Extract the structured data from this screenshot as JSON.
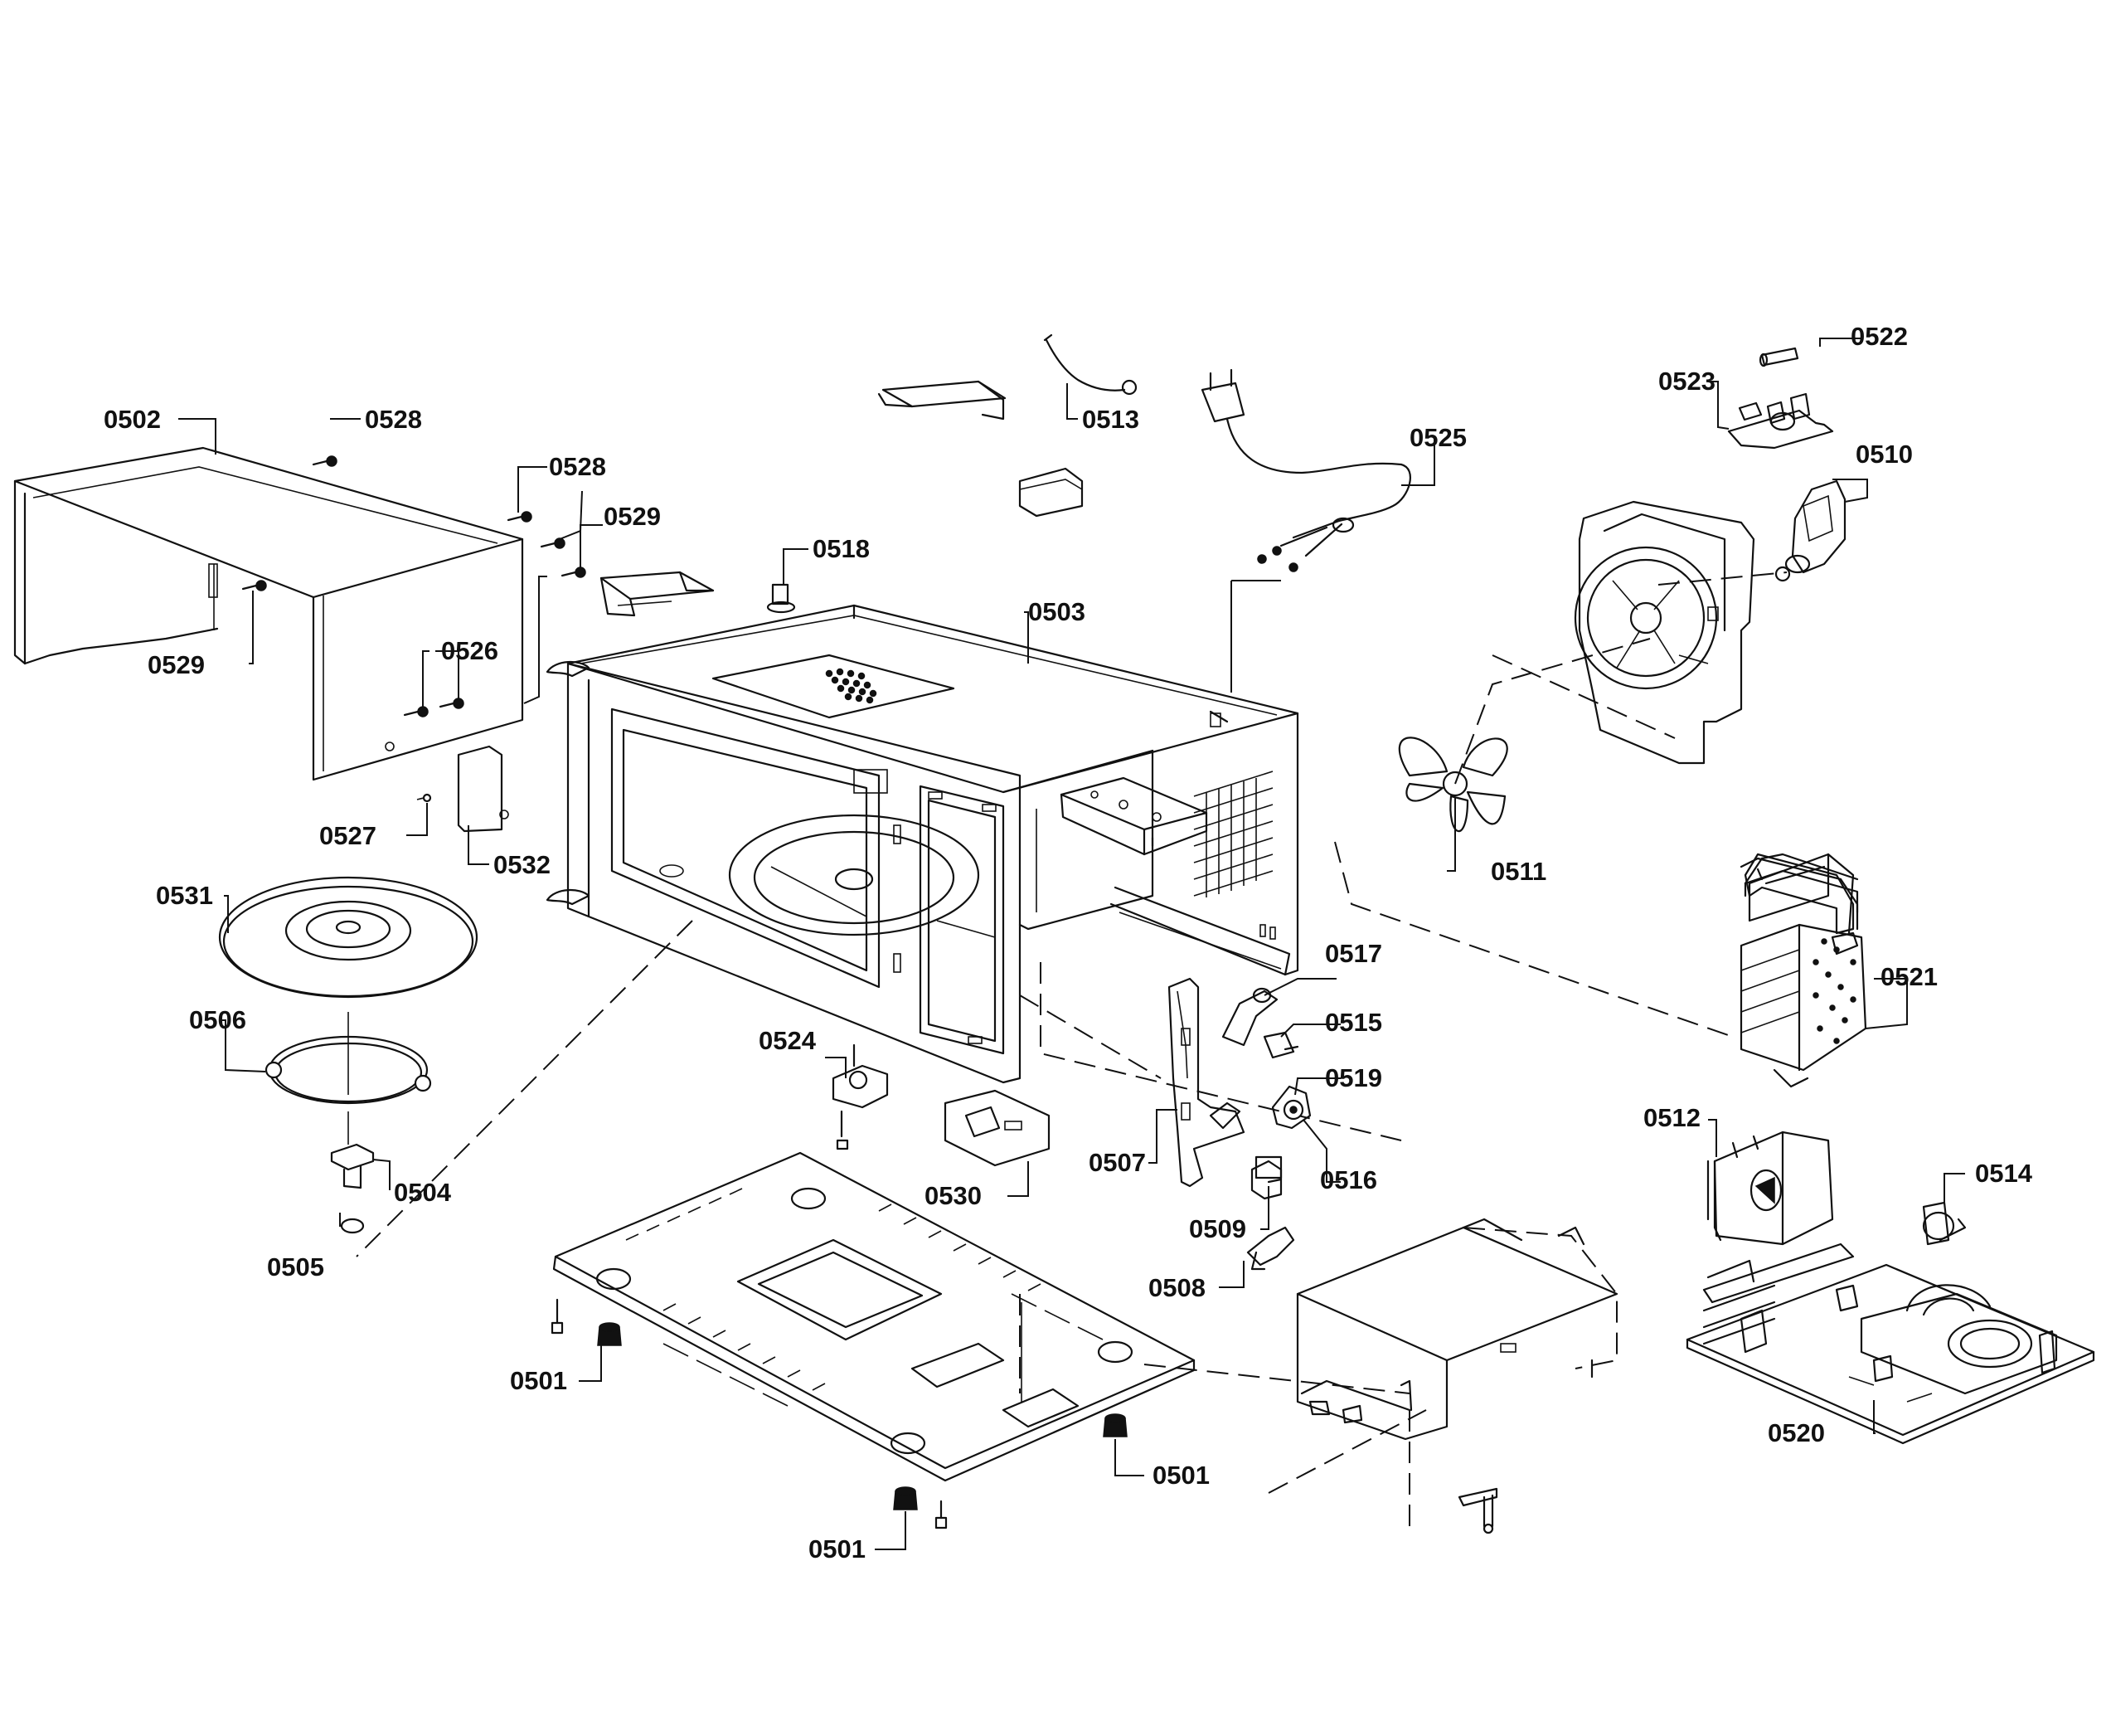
{
  "colors": {
    "ink": "#111111",
    "background": "#ffffff"
  },
  "callouts": [
    {
      "id": "c0502",
      "text": "0502"
    },
    {
      "id": "c0528a",
      "text": "0528"
    },
    {
      "id": "c0528b",
      "text": "0528"
    },
    {
      "id": "c0529a",
      "text": "0529"
    },
    {
      "id": "c0529b",
      "text": "0529"
    },
    {
      "id": "c0526",
      "text": "0526"
    },
    {
      "id": "c0527",
      "text": "0527"
    },
    {
      "id": "c0532",
      "text": "0532"
    },
    {
      "id": "c0531",
      "text": "0531"
    },
    {
      "id": "c0506",
      "text": "0506"
    },
    {
      "id": "c0504",
      "text": "0504"
    },
    {
      "id": "c0505",
      "text": "0505"
    },
    {
      "id": "c0518",
      "text": "0518"
    },
    {
      "id": "c0513",
      "text": "0513"
    },
    {
      "id": "c0503",
      "text": "0503"
    },
    {
      "id": "c0525",
      "text": "0525"
    },
    {
      "id": "c0523",
      "text": "0523"
    },
    {
      "id": "c0522",
      "text": "0522"
    },
    {
      "id": "c0510",
      "text": "0510"
    },
    {
      "id": "c0511",
      "text": "0511"
    },
    {
      "id": "c0517",
      "text": "0517"
    },
    {
      "id": "c0515",
      "text": "0515"
    },
    {
      "id": "c0519",
      "text": "0519"
    },
    {
      "id": "c0516",
      "text": "0516"
    },
    {
      "id": "c0507",
      "text": "0507"
    },
    {
      "id": "c0509",
      "text": "0509"
    },
    {
      "id": "c0508",
      "text": "0508"
    },
    {
      "id": "c0524",
      "text": "0524"
    },
    {
      "id": "c0530",
      "text": "0530"
    },
    {
      "id": "c0521",
      "text": "0521"
    },
    {
      "id": "c0512",
      "text": "0512"
    },
    {
      "id": "c0514",
      "text": "0514"
    },
    {
      "id": "c0520",
      "text": "0520"
    },
    {
      "id": "c0501a",
      "text": "0501"
    },
    {
      "id": "c0501b",
      "text": "0501"
    },
    {
      "id": "c0501c",
      "text": "0501"
    }
  ]
}
